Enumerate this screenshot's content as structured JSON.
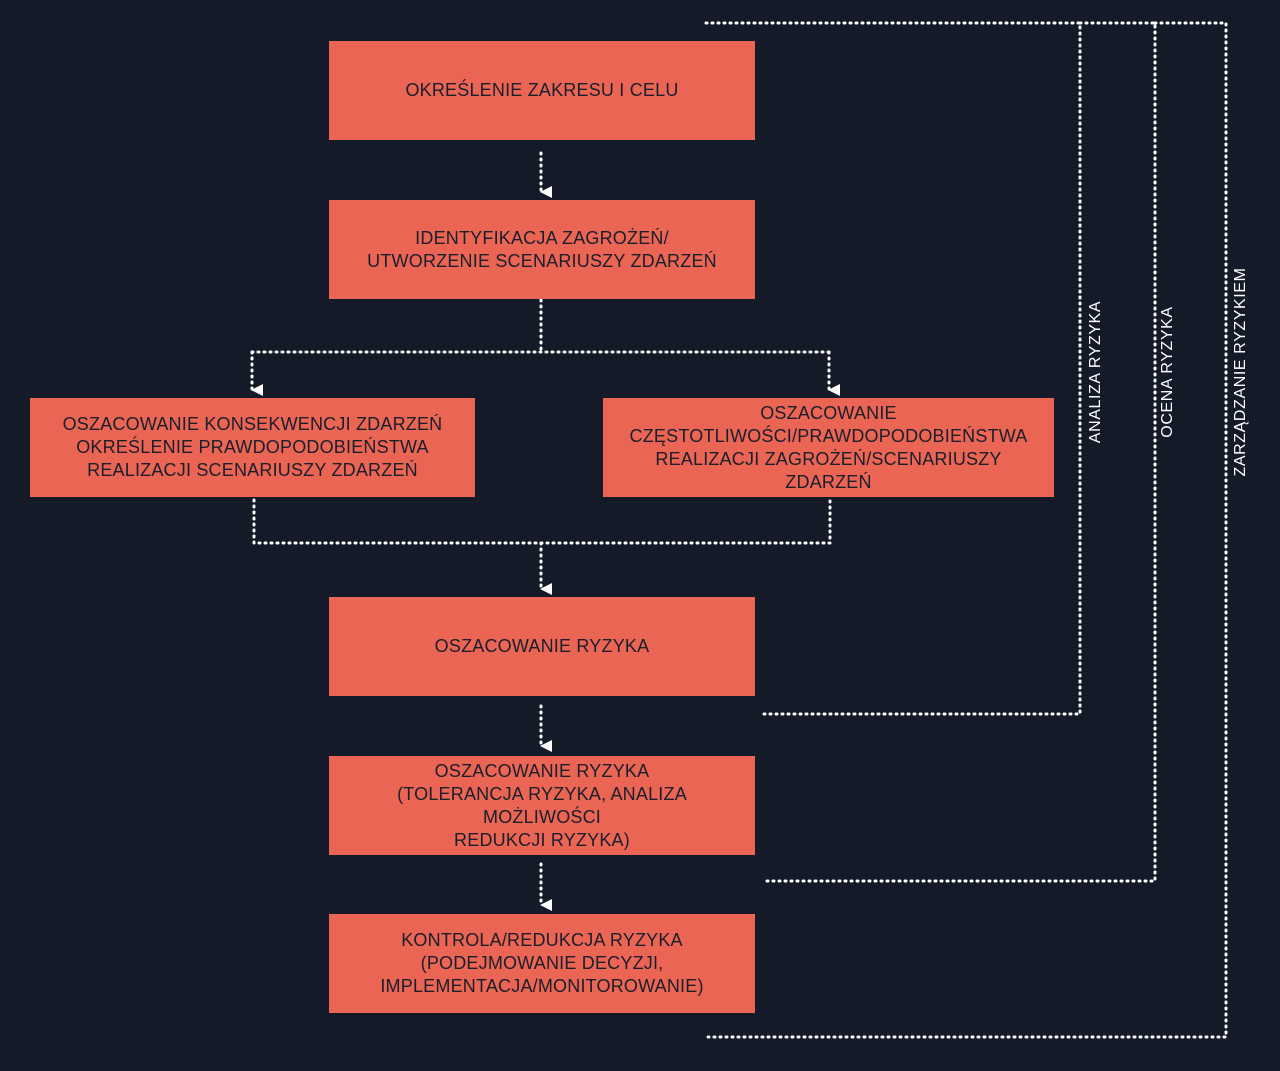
{
  "boxes": {
    "scope": "OKREŚLENIE ZAKRESU I CELU",
    "identification": "IDENTYFIKACJA ZAGROŻEŃ/\nUTWORZENIE SCENARIUSZY ZDARZEŃ",
    "consequences": "OSZACOWANIE KONSEKWENCJI ZDARZEŃ\nOKREŚLENIE PRAWDOPODOBIEŃSTWA\nREALIZACJI SCENARIUSZY ZDARZEŃ",
    "frequency": "OSZACOWANIE\nCZĘSTOTLIWOŚCI/PRAWDOPODOBIEŃSTWA\nREALIZACJI ZAGROŻEŃ/SCENARIUSZY ZDARZEŃ",
    "risk_estimation": "OSZACOWANIE RYZYKA",
    "risk_evaluation": "OSZACOWANIE RYZYKA\n(TOLERANCJA RYZYKA, ANALIZA MOŻLIWOŚCI\nREDUKCJI RYZYKA)",
    "risk_control": "KONTROLA/REDUKCJA RYZYKA\n(PODEJMOWANIE DECYZJI,\nIMPLEMENTACJA/MONITOROWANIE)"
  },
  "side_labels": {
    "analysis": "ANALIZA RYZYKA",
    "assessment": "OCENA RYZYKA",
    "management": "ZARZĄDZANIE RYZYKIEM"
  },
  "colors": {
    "background": "#151a28",
    "box_fill": "#ea6553",
    "box_text": "#1b1e2b",
    "connector": "#ffffff"
  }
}
